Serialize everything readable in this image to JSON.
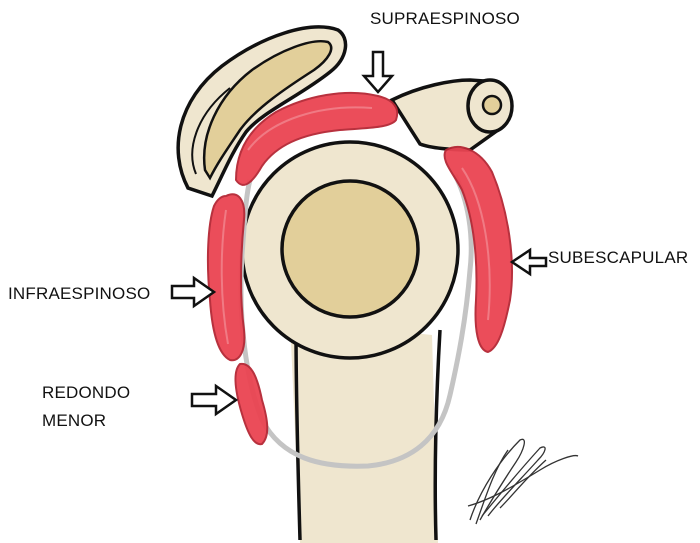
{
  "labels": {
    "supraespinoso": "SUPRAESPINOSO",
    "subescapular": "SUBESCAPULAR",
    "infraespinoso": "INFRAESPINOSO",
    "redondo_menor_line1": "REDONDO",
    "redondo_menor_line2": "MENOR"
  },
  "colors": {
    "bone_fill": "#efe6cf",
    "marrow_fill": "#e2cf9a",
    "muscle_red": "#ea4452",
    "outline": "#111111",
    "capsule_gray": "#c4c4c4"
  }
}
